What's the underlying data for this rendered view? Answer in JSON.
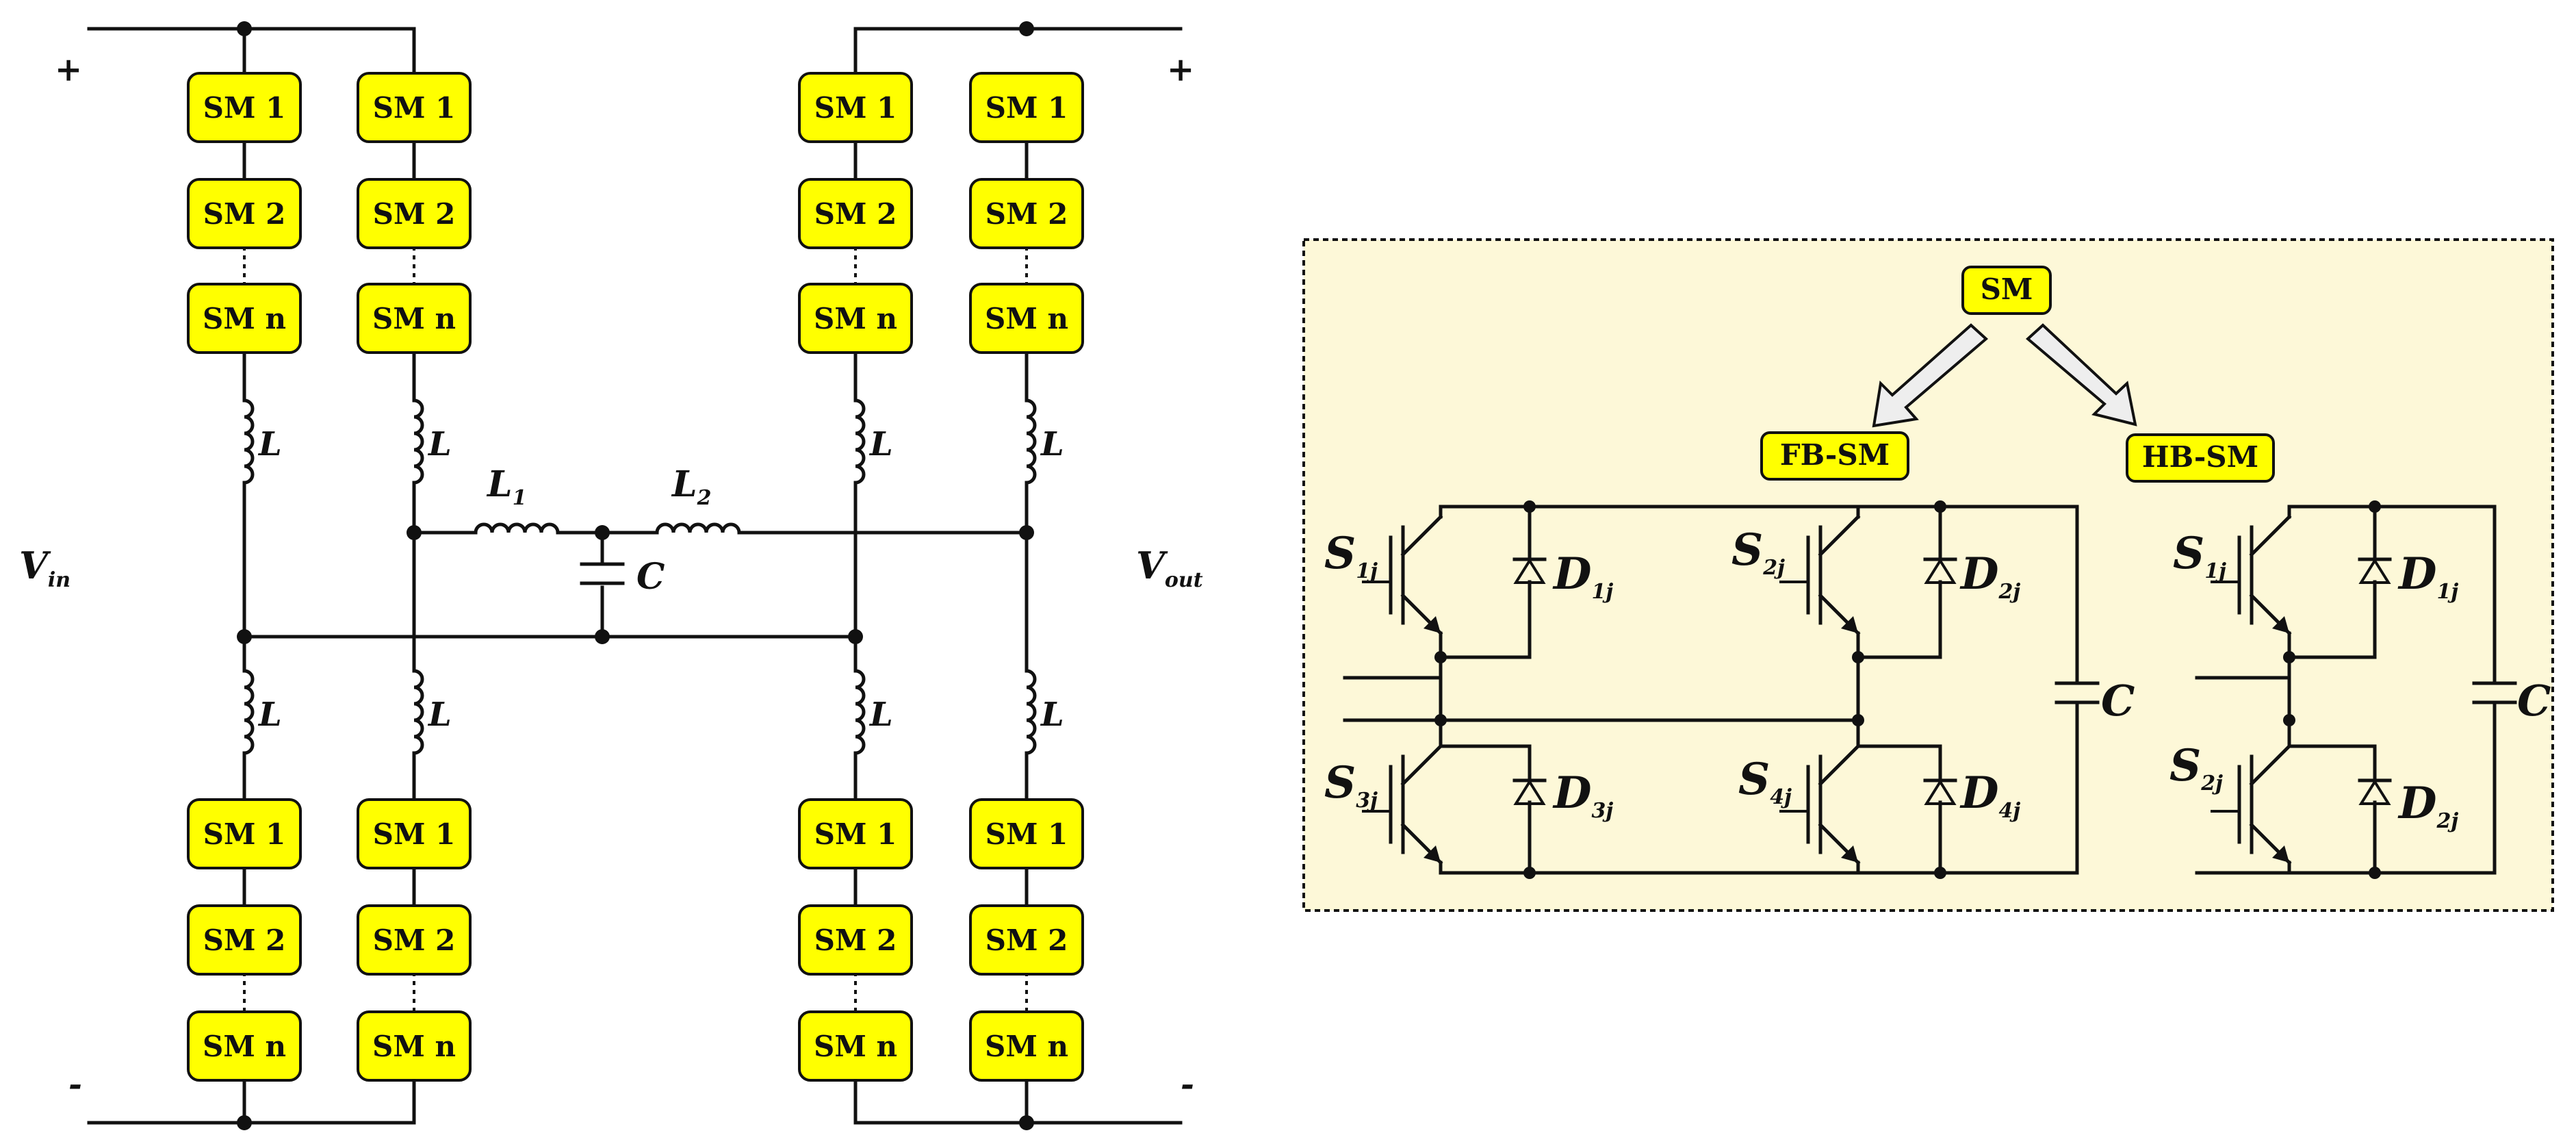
{
  "terminals": {
    "plus_left": "+",
    "minus_left": "-",
    "plus_right": "+",
    "minus_right": "-",
    "vin": {
      "main": "V",
      "sub": "in"
    },
    "vout": {
      "main": "V",
      "sub": "out"
    }
  },
  "modules": {
    "sm1": "SM 1",
    "sm2": "SM 2",
    "smn": "SM n"
  },
  "arm_inductor": "L",
  "filter": {
    "l1": {
      "main": "L",
      "sub": "1"
    },
    "l2": {
      "main": "L",
      "sub": "2"
    },
    "cap": "C"
  },
  "legend": {
    "sm": "SM",
    "fb": "FB-SM",
    "hb": "HB-SM"
  },
  "fb_labels": {
    "s1": {
      "main": "S",
      "sub": "1j"
    },
    "s2": {
      "main": "S",
      "sub": "2j"
    },
    "s3": {
      "main": "S",
      "sub": "3j"
    },
    "s4": {
      "main": "S",
      "sub": "4j"
    },
    "d1": {
      "main": "D",
      "sub": "1j"
    },
    "d2": {
      "main": "D",
      "sub": "2j"
    },
    "d3": {
      "main": "D",
      "sub": "3j"
    },
    "d4": {
      "main": "D",
      "sub": "4j"
    },
    "cap": "C"
  },
  "hb_labels": {
    "s1": {
      "main": "S",
      "sub": "1j"
    },
    "s2": {
      "main": "S",
      "sub": "2j"
    },
    "d1": {
      "main": "D",
      "sub": "1j"
    },
    "d2": {
      "main": "D",
      "sub": "2j"
    },
    "cap": "C"
  }
}
